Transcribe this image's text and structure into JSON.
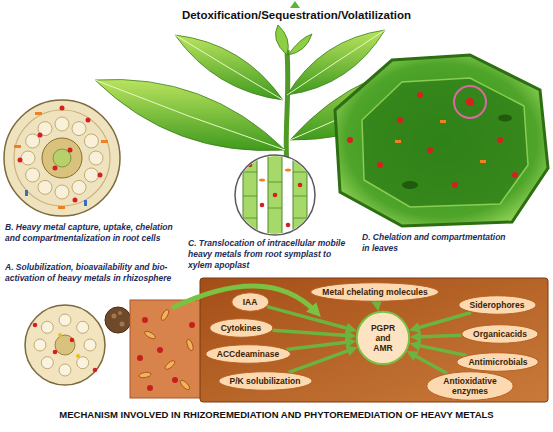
{
  "diagram": {
    "title": "Detoxification/Sequestration/Volatilization",
    "caption": "MECHANISM INVOLVED IN RHIZOREMEDIATION AND PHYTOREMEDIATION OF HEAVY METALS",
    "nodes": [
      {
        "text": [
          "IAA"
        ]
      },
      {
        "text": [
          "Metal chelating molecules"
        ]
      },
      {
        "text": [
          "Siderophores"
        ]
      },
      {
        "text": [
          "Cytokines"
        ]
      },
      {
        "text": [
          "PGPR and AMR"
        ]
      },
      {
        "text": [
          "Organicacids"
        ]
      },
      {
        "text": [
          "ACCdeaminase"
        ]
      },
      {
        "text": [
          "Antimicrobials"
        ]
      },
      {
        "text": [
          "P/K solubilization"
        ]
      },
      {
        "text": [
          "Antioxidative enzymes"
        ]
      }
    ],
    "edges": [
      {
        "from": 0,
        "to": 4,
        "arrow": "to"
      },
      {
        "from": 1,
        "to": 4,
        "arrow": "to"
      },
      {
        "from": 2,
        "to": 4,
        "arrow": "to"
      },
      {
        "from": 3,
        "to": 4,
        "arrow": "to"
      },
      {
        "from": 5,
        "to": 4,
        "arrow": "to"
      },
      {
        "from": 6,
        "to": 4,
        "arrow": "to"
      },
      {
        "from": 7,
        "to": 4,
        "arrow": "to"
      },
      {
        "from": 8,
        "to": 4,
        "arrow": "to"
      },
      {
        "from": 9,
        "to": 4,
        "arrow": "to"
      }
    ],
    "labels": [
      "A. Solubilization, bioavailability and bio-activation of heavy metals in rhizosphere",
      "B. Heavy metal capture, uptake, chelation and compartmentalization in root cells",
      "C. Translocation of intracellular mobile heavy metals from root symplast to xylem apoplast",
      "D. Chelation and compartmentation in leaves"
    ]
  }
}
